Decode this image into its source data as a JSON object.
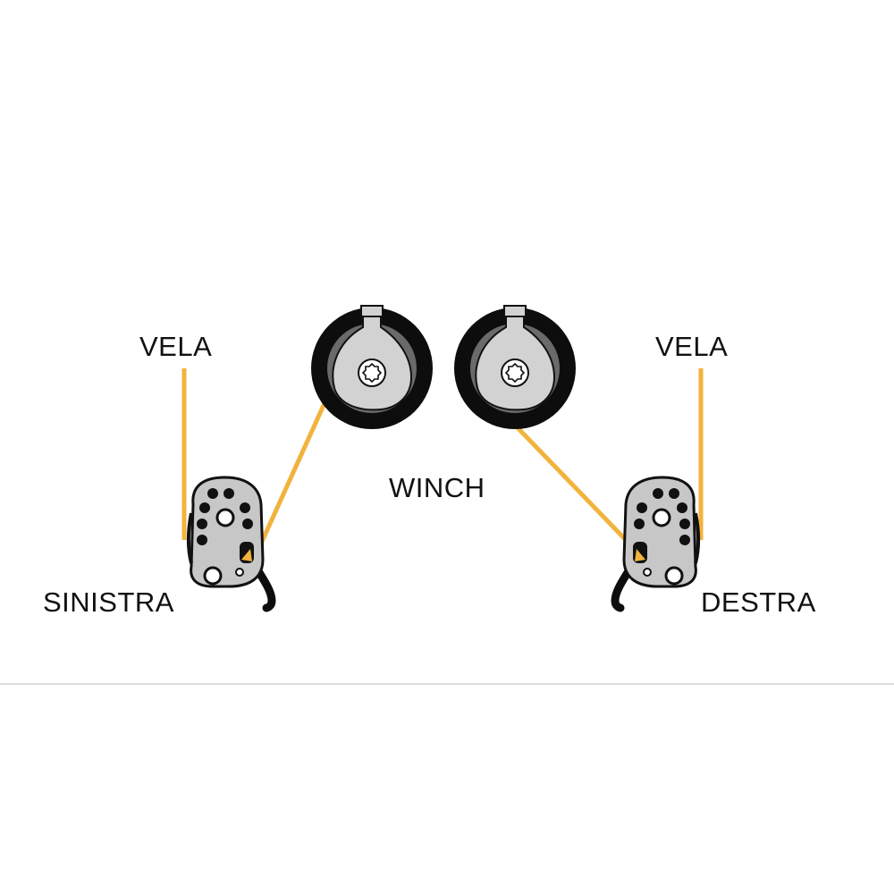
{
  "labels": {
    "vela_left": "VELA",
    "vela_right": "VELA",
    "winch": "WINCH",
    "sinistra": "SINISTRA",
    "destra": "DESTRA"
  },
  "colors": {
    "rope": "#F2B33D",
    "drum_outer": "#0d0d0d",
    "drum_middle": "#6a6a6a",
    "plate": "#d2d2d2",
    "block_body": "#c7c7c7",
    "block_hole": "#111111",
    "divider": "#dcdcdc"
  },
  "icons": {
    "winch": "winch-icon",
    "block": "block-pulley-icon"
  }
}
